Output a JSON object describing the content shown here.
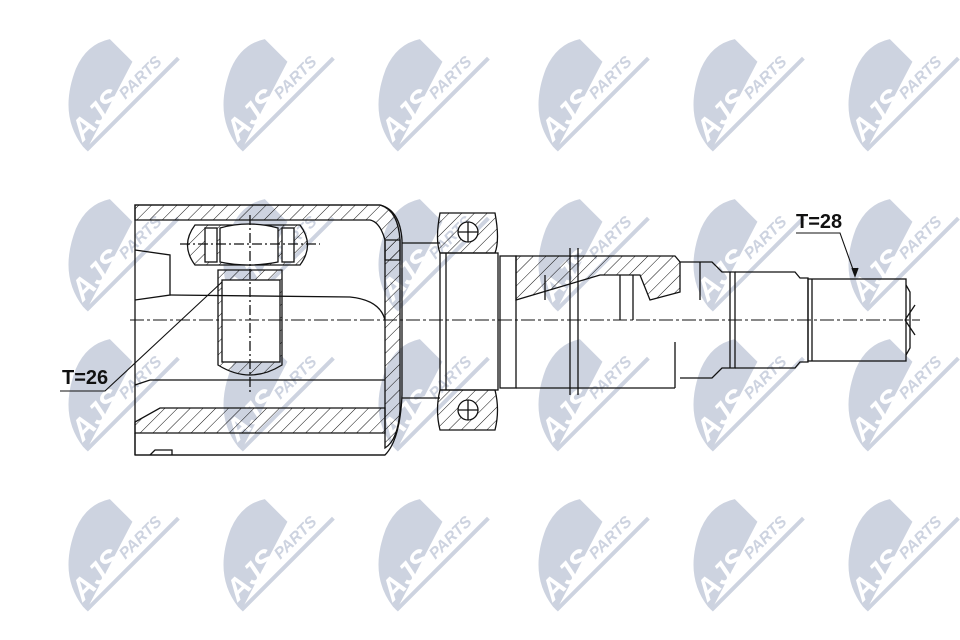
{
  "diagram": {
    "type": "technical-drawing",
    "subject": "inner CV joint (drive shaft joint) cross-section",
    "labels": {
      "left_spline": "T=26",
      "right_spline": "T=28"
    },
    "watermark": {
      "brand": "AJS",
      "suffix": "PARTS",
      "color": "#cdd3e0",
      "rows": 4,
      "cols": 6
    },
    "colors": {
      "line": "#111111",
      "background": "#ffffff"
    }
  }
}
